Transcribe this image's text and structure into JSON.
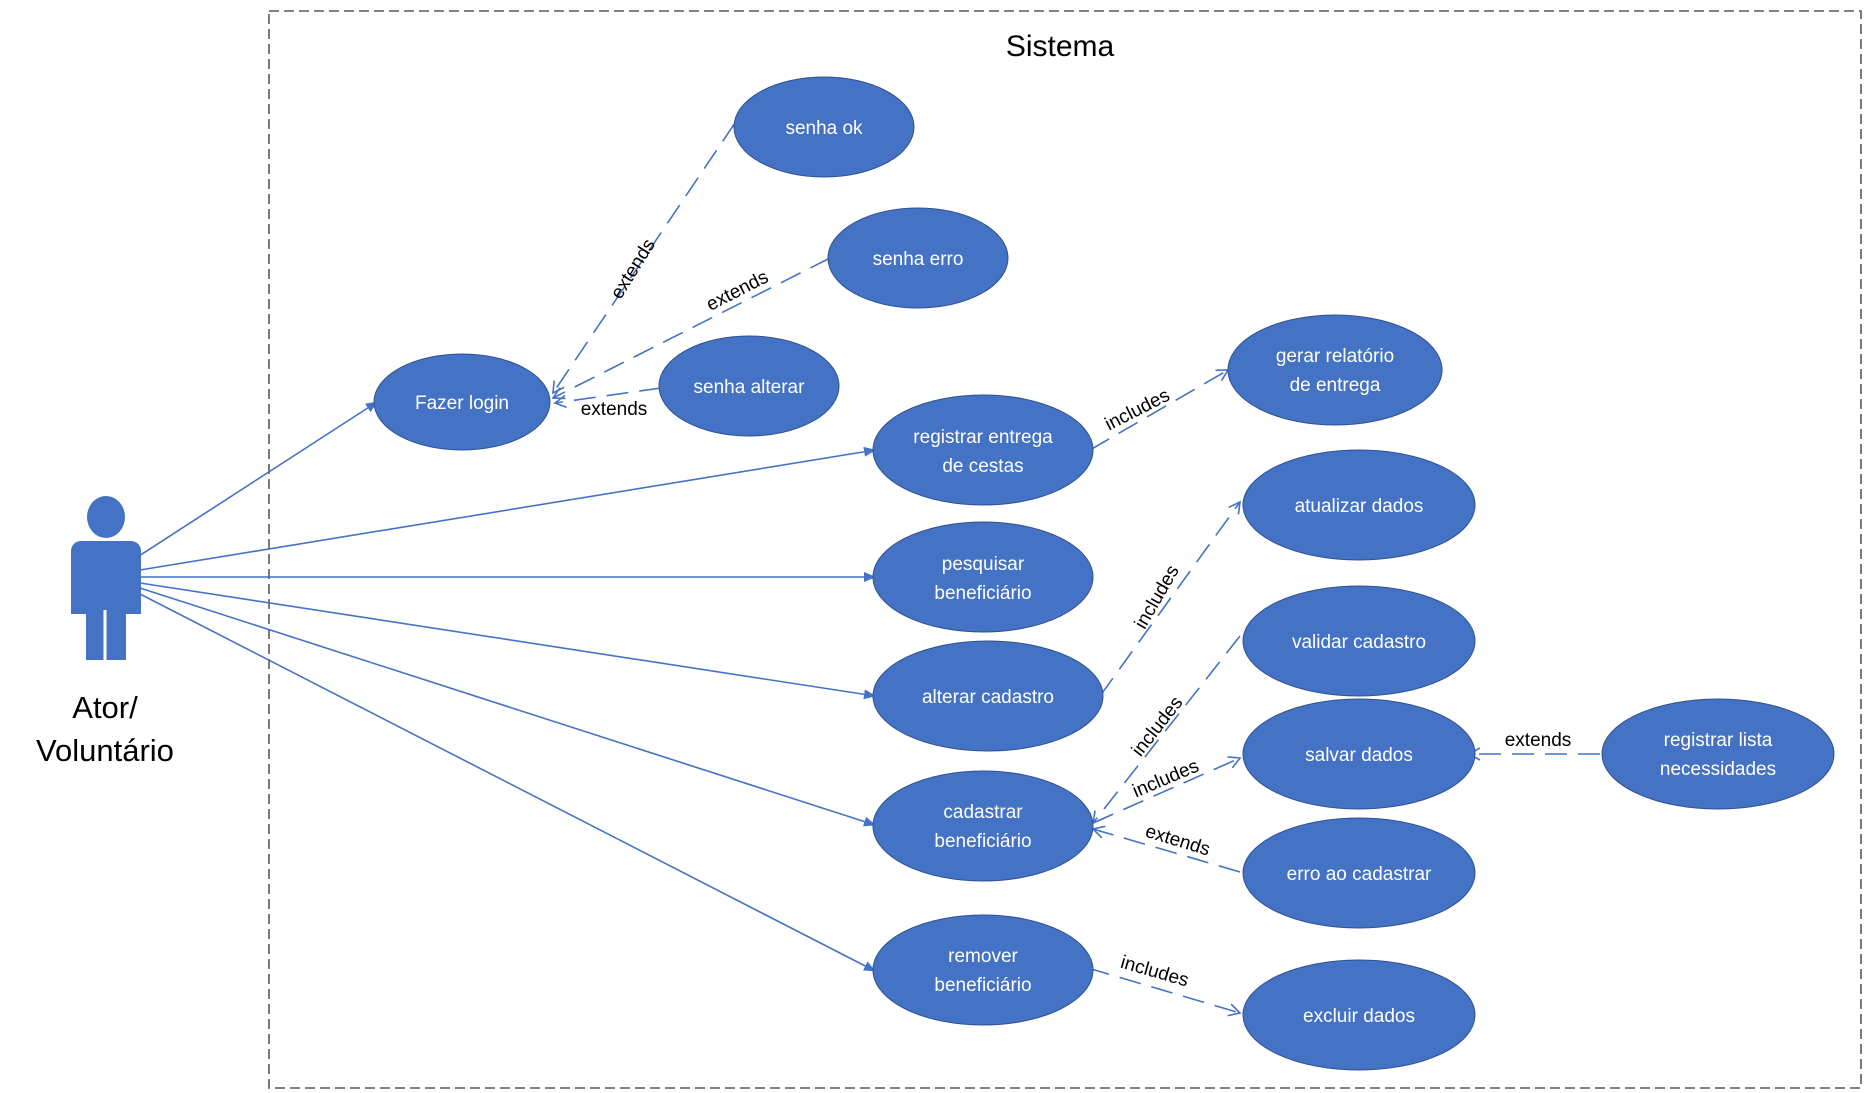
{
  "system": {
    "title": "Sistema"
  },
  "actor": {
    "label_line1": "Ator/",
    "label_line2": "Voluntário",
    "color": "#4472c4"
  },
  "colors": {
    "usecase_fill": "#4472c4",
    "line": "#4472c4",
    "boundary": "#595959"
  },
  "usecases": {
    "fazer_login": [
      "Fazer login"
    ],
    "senha_ok": [
      "senha ok"
    ],
    "senha_erro": [
      "senha erro"
    ],
    "senha_alterar": [
      "senha alterar"
    ],
    "registrar_entrega": [
      "registrar entrega",
      "de cestas"
    ],
    "gerar_relatorio": [
      "gerar relatório",
      "de entrega"
    ],
    "pesquisar": [
      "pesquisar",
      "beneficiário"
    ],
    "atualizar": [
      "atualizar dados"
    ],
    "alterar": [
      "alterar cadastro"
    ],
    "validar": [
      "validar cadastro"
    ],
    "salvar": [
      "salvar dados"
    ],
    "registrar_lista": [
      "registrar lista",
      "necessidades"
    ],
    "cadastrar": [
      "cadastrar",
      "beneficiário"
    ],
    "erro_cadastrar": [
      "erro ao cadastrar"
    ],
    "remover": [
      "remover",
      "beneficiário"
    ],
    "excluir": [
      "excluir dados"
    ]
  },
  "relations": {
    "extends_senha_ok": "extends",
    "extends_senha_erro": "extends",
    "extends_senha_alterar": "extends",
    "includes_gerar_relatorio": "includes",
    "includes_atualizar": "includes",
    "includes_validar": "includes",
    "includes_salvar": "includes",
    "extends_erro_cadastrar": "extends",
    "extends_registrar_lista": "extends",
    "includes_excluir": "includes"
  }
}
